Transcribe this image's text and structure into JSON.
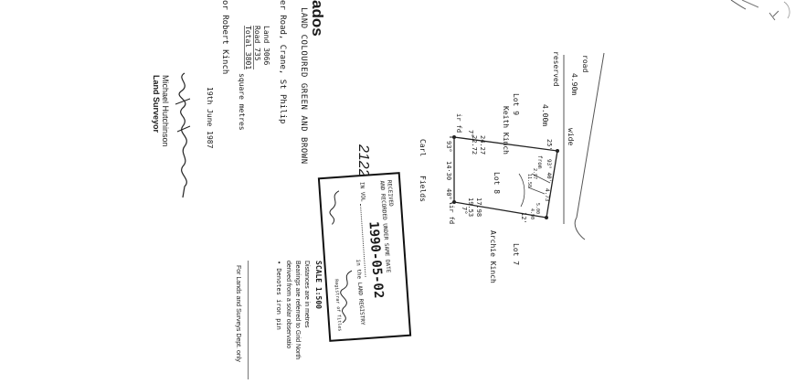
{
  "title_block": {
    "heading_fragment": "ados",
    "description": "LAND COLOURED GREEN AND BROWN",
    "location": "er Road, Crane, St Philip",
    "land_row": "Land 3066",
    "road_row": "Road 735",
    "total_row": "Total 3801",
    "area_unit": "square metres",
    "owner": "or Robert Kinch",
    "date": "19th June 1987",
    "signature_script": "Michael Hutchinson",
    "surveyor_name": "Michael Hutchinson",
    "surveyor_title": "Land Surveyor"
  },
  "plan": {
    "road_label": "road",
    "road_width": "4.90m",
    "wide_label": "wide",
    "reserved_label": "reserved",
    "road_width_b": "4.00m",
    "lot9": "Lot 9",
    "lot9_owner": "Keith Kinch",
    "lot7": "Lot 7",
    "lot7_owner": "Archie Kinch",
    "lot8": "Lot 8",
    "carl": "Carl",
    "fields": "Fields",
    "if_fd_top": "ir fd",
    "if_fd_bottom": "ir fd",
    "angle_top": "7°",
    "angle_bottom": "7°",
    "bearing_93": "93°",
    "bearing_40": "40°",
    "dist_1430": "14·30",
    "dist_2427": "24.27",
    "dist_2272": "22.72",
    "dist_1798": "17.98",
    "dist_1953": "19.53",
    "angle_25": "25'",
    "angle_12": "12'",
    "bearing_road": "93° 40'",
    "dist_473": "4.73",
    "from_label": "from",
    "small_label_1": "2.97",
    "small_label_2": "11.58",
    "small_label_3": "5.00",
    "small_label_4": "4.90",
    "handwritten_no": "2122"
  },
  "stamp": {
    "title": "RECEIVED",
    "line2": "AND RECORDED UNDER SAME DATE",
    "date": "1990-05-02",
    "line3": "IN VOL",
    "line4": "in the LAND REGISTRY",
    "registrar": "Registrar of Titles"
  },
  "notes": {
    "scale": "SCALE 1:500",
    "dist_note": "Distances are in metres",
    "bearing_note_1": "Bearings are referred to Grid North",
    "bearing_note_2": "derived from a solar observatio",
    "iron_pin": "• Denotes iron pin",
    "dept": "For Lands and Surveys Dept. only"
  }
}
